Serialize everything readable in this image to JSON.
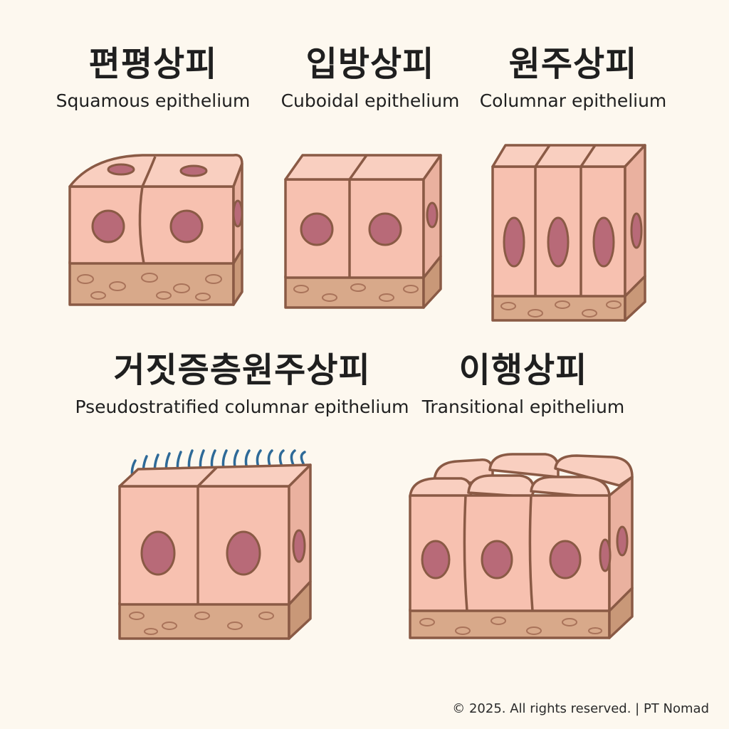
{
  "panels": [
    {
      "ko": "편평상피",
      "en": "Squamous epithelium"
    },
    {
      "ko": "입방상피",
      "en": "Cuboidal epithelium"
    },
    {
      "ko": "원주상피",
      "en": "Columnar epithelium"
    },
    {
      "ko": "거짓증층원주상피",
      "en": "Pseudostratified columnar epithelium"
    },
    {
      "ko": "이행상피",
      "en": "Transitional epithelium"
    }
  ],
  "footer": {
    "copyright": "© 2025. All rights reserved. | PT Nomad"
  },
  "colors": {
    "cell_fill": "#f7c1b0",
    "cell_top": "#f9cfc0",
    "cell_side": "#eab19f",
    "outline": "#8a5a45",
    "nucleus": "#b86a78",
    "basement": "#d8a98a",
    "basement_side": "#c99878",
    "cilia": "#2e6a98",
    "text": "#1f1f1f",
    "background": "#fdf8ef"
  }
}
